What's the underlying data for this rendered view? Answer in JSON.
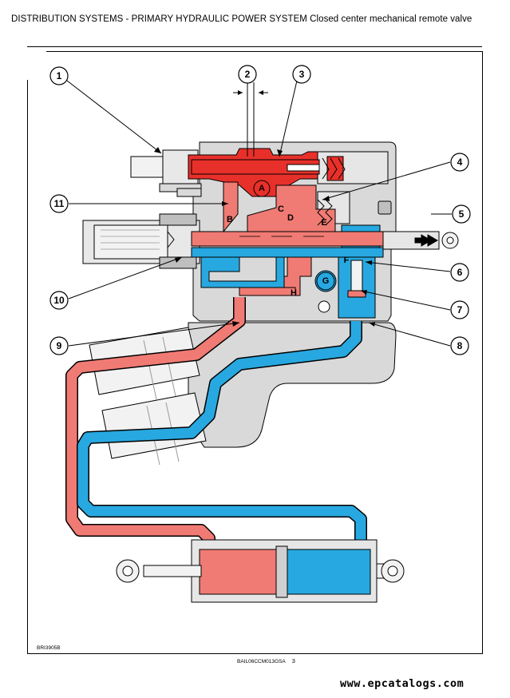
{
  "header": {
    "title": "DISTRIBUTION SYSTEMS - PRIMARY HYDRAULIC POWER SYSTEM Closed center mechanical remote valve"
  },
  "diagram": {
    "callouts": [
      "1",
      "2",
      "3",
      "4",
      "5",
      "6",
      "7",
      "8",
      "9",
      "10",
      "11"
    ],
    "ports": [
      "A",
      "B",
      "C",
      "D",
      "E",
      "F",
      "G",
      "H"
    ],
    "figure_code": "BRI3905B",
    "colors": {
      "pressure_red": "#e8302a",
      "line_pink": "#f07b74",
      "return_blue": "#28a8e0",
      "body_gray": "#d9d9d9",
      "outline": "#000000"
    }
  },
  "footer": {
    "doc_code": "BAIL06CCM013GSA",
    "page_number": "3"
  },
  "watermark": "www.epcatalogs.com"
}
